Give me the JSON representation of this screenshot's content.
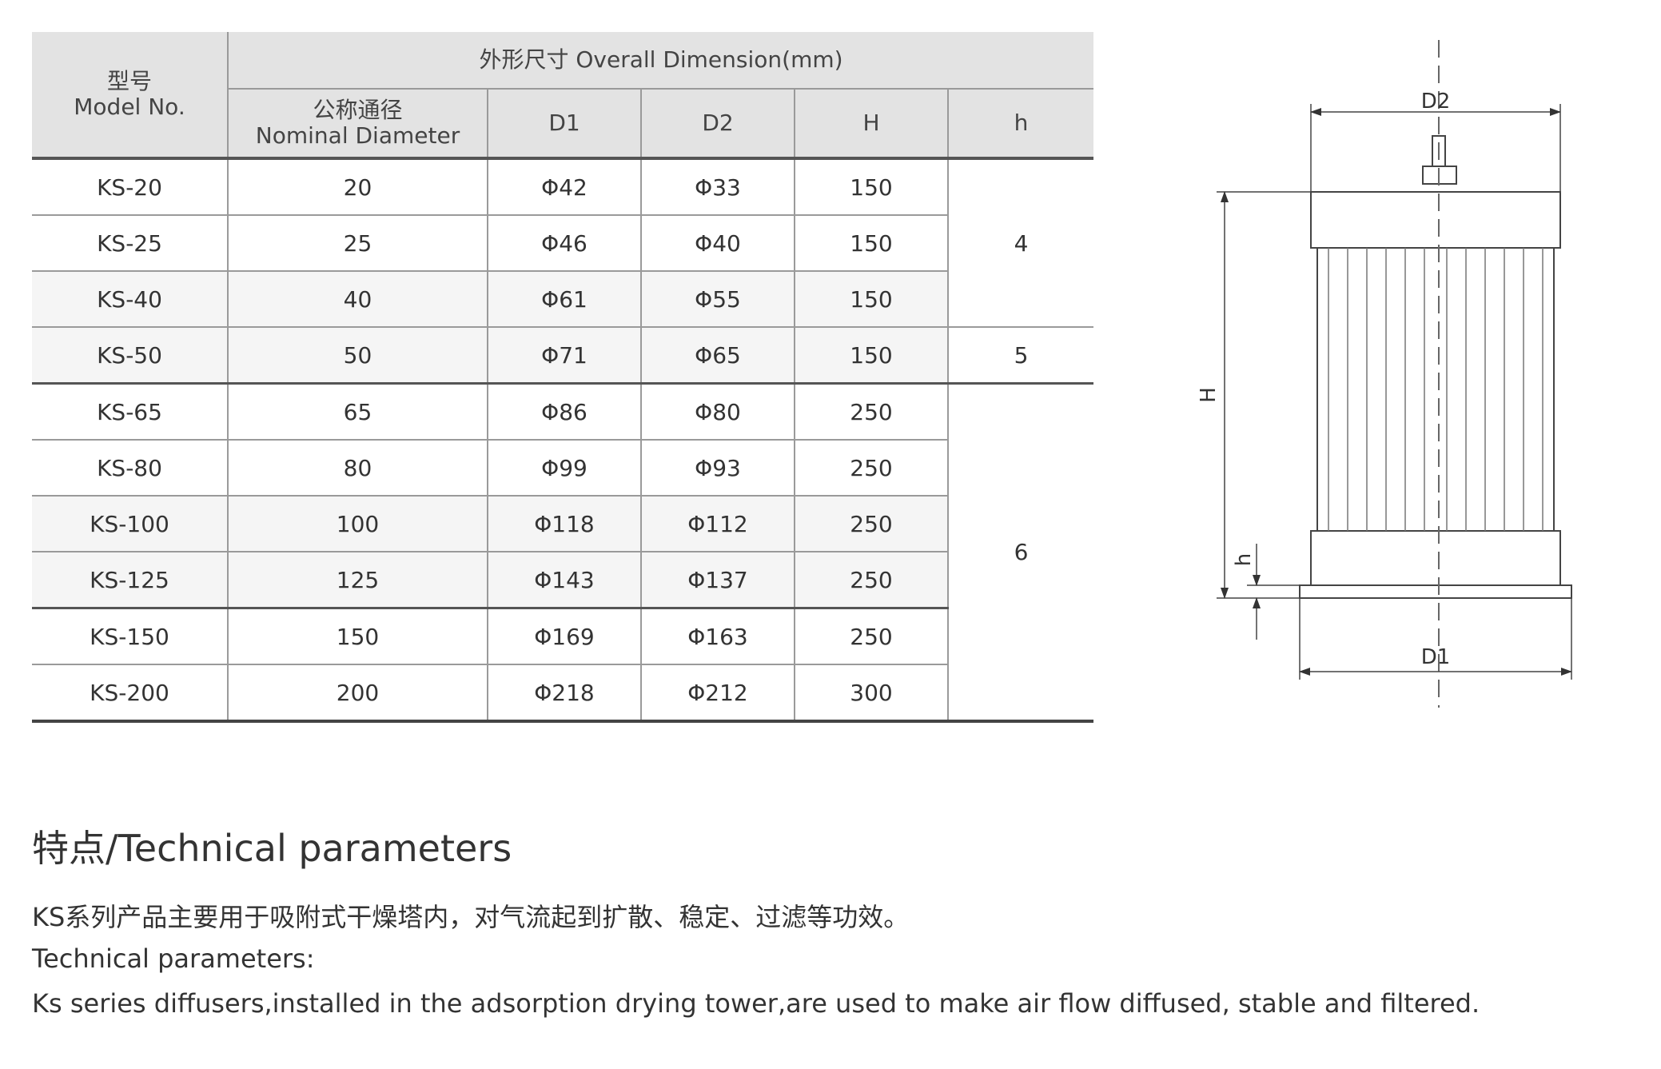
{
  "table": {
    "header": {
      "model_cn": "型号",
      "model_en": "Model No.",
      "overall_dimension": "外形尺寸 Overall Dimension(mm)",
      "nominal_cn": "公称通径",
      "nominal_en": "Nominal Diameter",
      "d1": "D1",
      "d2": "D2",
      "h_upper": "H",
      "h_lower": "h"
    },
    "rows": [
      {
        "model": "KS-20",
        "nominal": "20",
        "d1": "Φ42",
        "d2": "Φ33",
        "H": "150"
      },
      {
        "model": "KS-25",
        "nominal": "25",
        "d1": "Φ46",
        "d2": "Φ40",
        "H": "150"
      },
      {
        "model": "KS-40",
        "nominal": "40",
        "d1": "Φ61",
        "d2": "Φ55",
        "H": "150"
      },
      {
        "model": "KS-50",
        "nominal": "50",
        "d1": "Φ71",
        "d2": "Φ65",
        "H": "150"
      },
      {
        "model": "KS-65",
        "nominal": "65",
        "d1": "Φ86",
        "d2": "Φ80",
        "H": "250"
      },
      {
        "model": "KS-80",
        "nominal": "80",
        "d1": "Φ99",
        "d2": "Φ93",
        "H": "250"
      },
      {
        "model": "KS-100",
        "nominal": "100",
        "d1": "Φ118",
        "d2": "Φ112",
        "H": "250"
      },
      {
        "model": "KS-125",
        "nominal": "125",
        "d1": "Φ143",
        "d2": "Φ137",
        "H": "250"
      },
      {
        "model": "KS-150",
        "nominal": "150",
        "d1": "Φ169",
        "d2": "Φ163",
        "H": "250"
      },
      {
        "model": "KS-200",
        "nominal": "200",
        "d1": "Φ218",
        "d2": "Φ212",
        "H": "300"
      }
    ],
    "h_groups": [
      {
        "value": "4"
      },
      {
        "value": "5"
      },
      {
        "value": "6"
      }
    ]
  },
  "drawing": {
    "label_d2": "D2",
    "label_d1": "D1",
    "label_H": "H",
    "label_h": "h"
  },
  "section": {
    "title": "特点/Technical parameters",
    "desc_cn": "KS系列产品主要用于吸附式干燥塔内，对气流起到扩散、稳定、过滤等功效。",
    "subtitle": "Technical parameters:",
    "desc_en": "Ks series diffusers,installed in the adsorption drying tower,are used to make air flow diffused, stable and filtered."
  }
}
